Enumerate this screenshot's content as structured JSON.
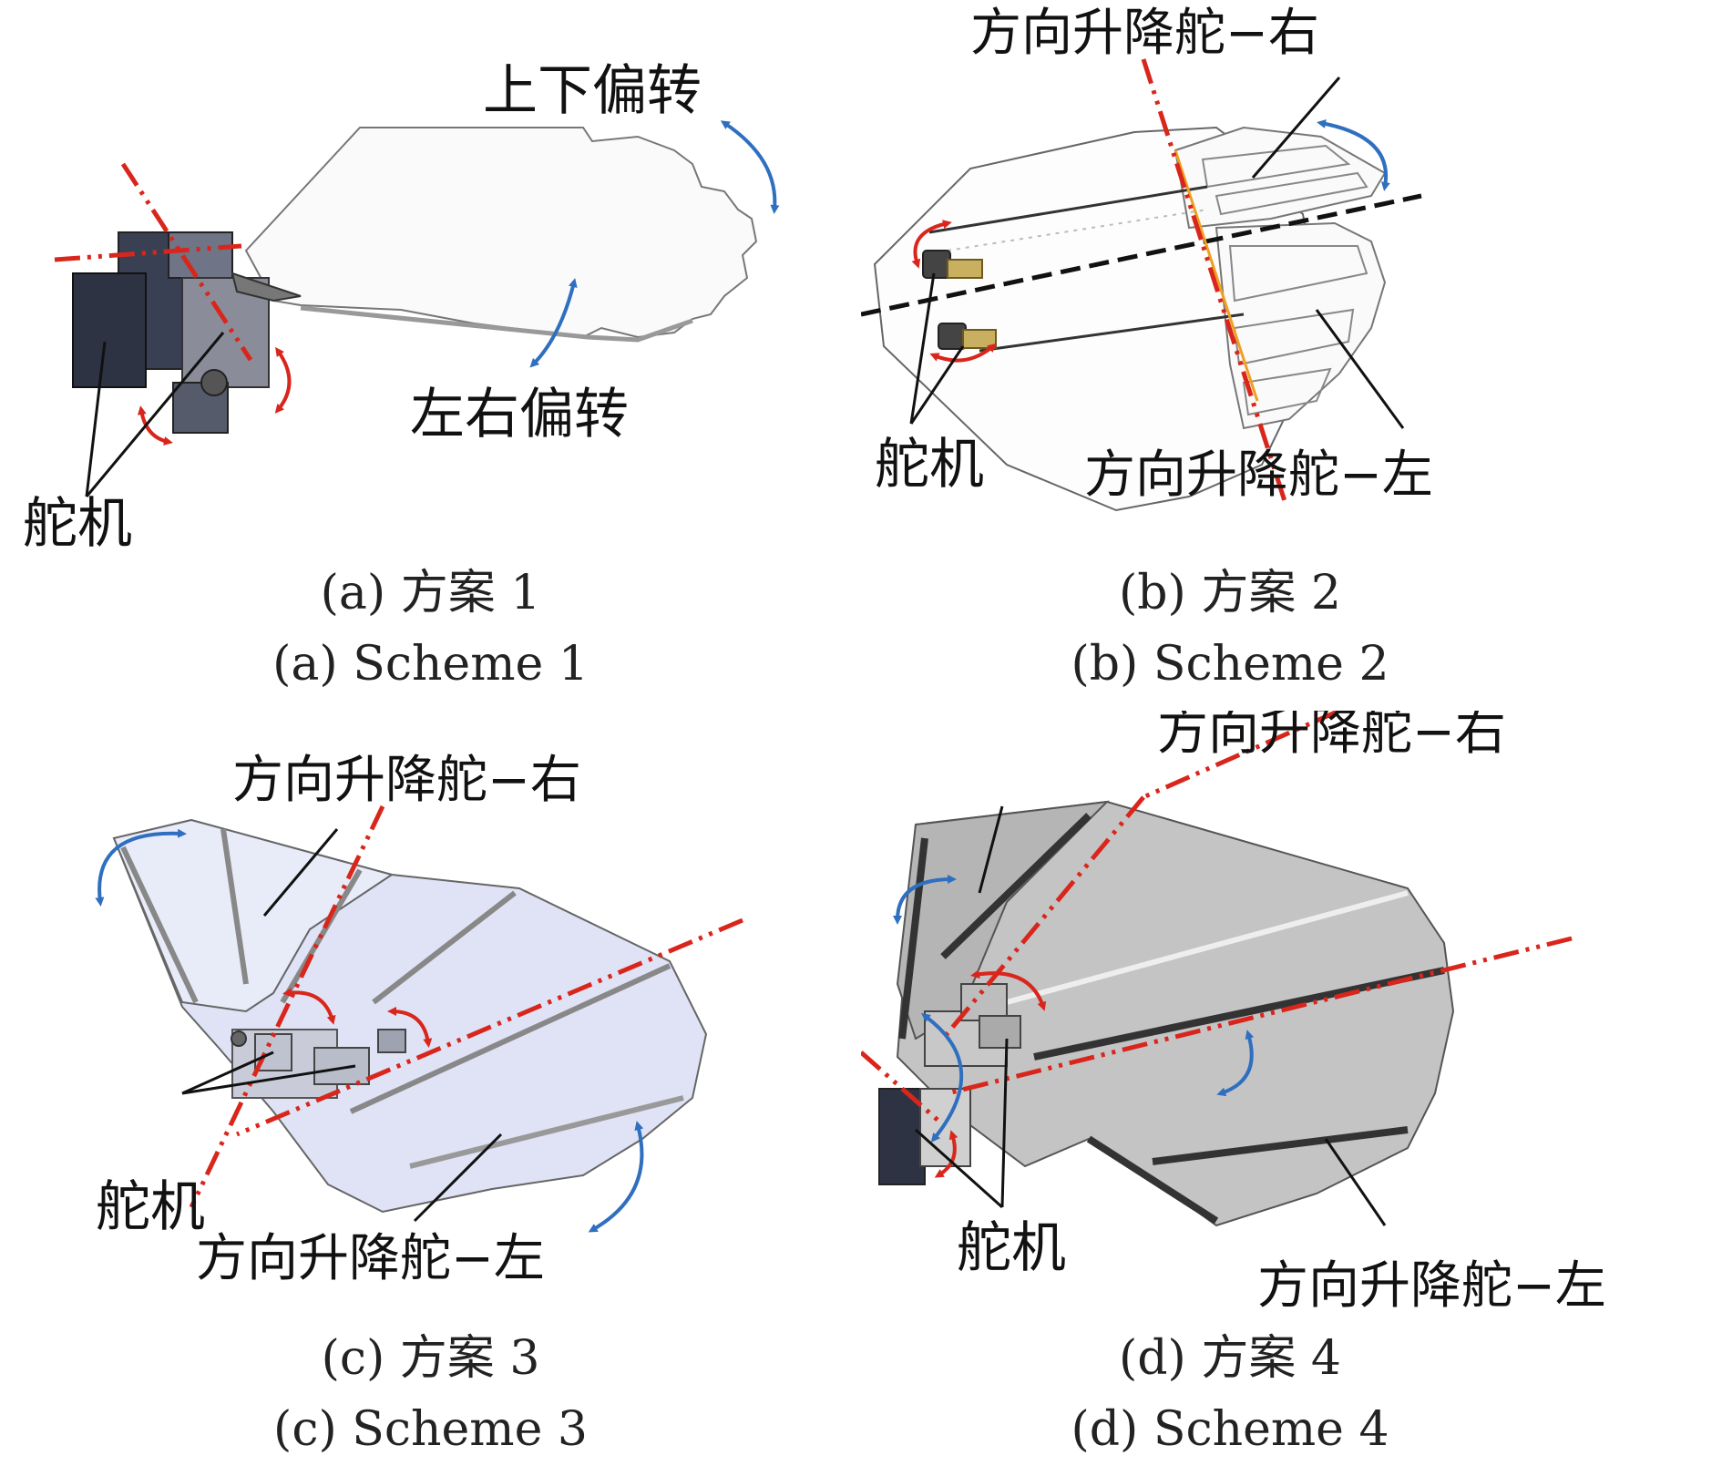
{
  "colors": {
    "axis_red": "#d9261c",
    "motion_blue": "#2f6fbf",
    "motion_red": "#d9261c",
    "hinge_orange": "#f0a020",
    "outline": "#555555",
    "panel_c_fill": "#dfe3f5",
    "panel_d_fill": "#c4c4c4",
    "servo_dark": "#2e3344"
  },
  "panels": {
    "a": {
      "caption_cn": "(a) 方案 1",
      "caption_en": "(a) Scheme 1",
      "label_pitch": "上下偏转",
      "label_yaw": "左右偏转",
      "label_servo": "舵机"
    },
    "b": {
      "caption_cn": "(b) 方案 2",
      "caption_en": "(b) Scheme 2",
      "label_right": "方向升降舵−右",
      "label_left": "方向升降舵−左",
      "label_servo": "舵机"
    },
    "c": {
      "caption_cn": "(c) 方案 3",
      "caption_en": "(c) Scheme 3",
      "label_right": "方向升降舵−右",
      "label_left": "方向升降舵−左",
      "label_servo": "舵机"
    },
    "d": {
      "caption_cn": "(d) 方案 4",
      "caption_en": "(d) Scheme 4",
      "label_right": "方向升降舵−右",
      "label_left": "方向升降舵−左",
      "label_servo": "舵机"
    }
  }
}
